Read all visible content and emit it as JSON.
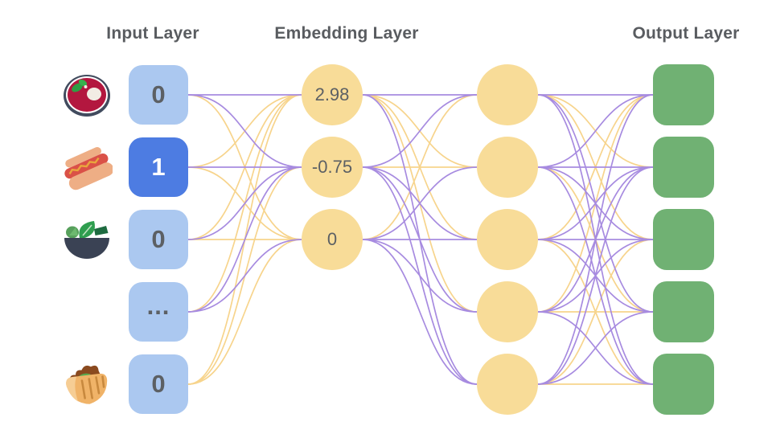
{
  "titles": {
    "input": "Input Layer",
    "embedding": "Embedding Layer",
    "output": "Output Layer"
  },
  "input_layer": {
    "nodes": [
      {
        "icon": "borscht-icon",
        "value": "0",
        "selected": false
      },
      {
        "icon": "hotdog-icon",
        "value": "1",
        "selected": true
      },
      {
        "icon": "salad-icon",
        "value": "0",
        "selected": false
      },
      {
        "icon": "none",
        "value": "...",
        "selected": false
      },
      {
        "icon": "pita-icon",
        "value": "0",
        "selected": false
      }
    ]
  },
  "embedding_layer": {
    "col1_values": [
      "2.98",
      "-0.75",
      "0"
    ],
    "col2_count": 5
  },
  "output_layer": {
    "count": 5
  },
  "colors": {
    "input_box": "#abc8f0",
    "input_selected": "#4d7ce2",
    "node_yellow": "#f8dc98",
    "node_green": "#70b173",
    "edge_purple": "#a78be0",
    "edge_yellow": "#f7d48c",
    "text_gray": "#5c6064",
    "title_gray": "#595c60"
  },
  "edges": {
    "input_to_col1": [
      [
        "p",
        "p",
        "y"
      ],
      [
        "y",
        "p",
        "y"
      ],
      [
        "y",
        "p",
        "y"
      ],
      [
        "y",
        "p",
        "p"
      ],
      [
        "y",
        "y",
        "y"
      ]
    ],
    "col1_to_col2": [
      [
        "p",
        "y",
        "y",
        "y",
        "p"
      ],
      [
        "p",
        "y",
        "p",
        "p",
        "p"
      ],
      [
        "y",
        "p",
        "p",
        "p",
        "p"
      ]
    ],
    "col2_to_output": [
      [
        "p",
        "y",
        "y",
        "p",
        "p"
      ],
      [
        "p",
        "p",
        "p",
        "y",
        "p"
      ],
      [
        "y",
        "p",
        "p",
        "p",
        "y"
      ],
      [
        "y",
        "p",
        "p",
        "y",
        "p"
      ],
      [
        "p",
        "p",
        "y",
        "p",
        "y"
      ]
    ]
  }
}
